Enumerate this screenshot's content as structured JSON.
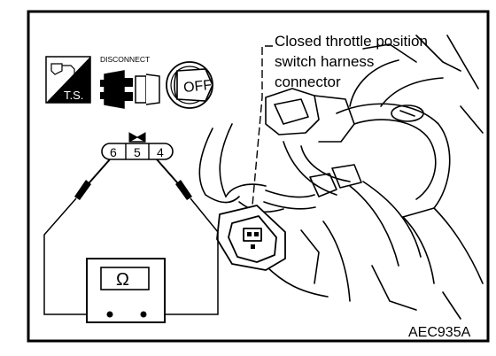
{
  "icons": {
    "trouble_shoot": {
      "name": "trouble-shooting-icon",
      "text": "T.S."
    },
    "disconnect": {
      "name": "disconnect-connector-icon",
      "text": "DISCONNECT"
    },
    "ignition": {
      "name": "ignition-key-off-icon",
      "text": "OFF"
    }
  },
  "connector_diagram": {
    "terminals": [
      "6",
      "5",
      "4"
    ]
  },
  "ohmmeter": {
    "symbol": "Ω"
  },
  "callout": {
    "line1": "Closed throttle position",
    "line2": "switch harness",
    "line3": "connector"
  },
  "figure_code": "AEC935A"
}
